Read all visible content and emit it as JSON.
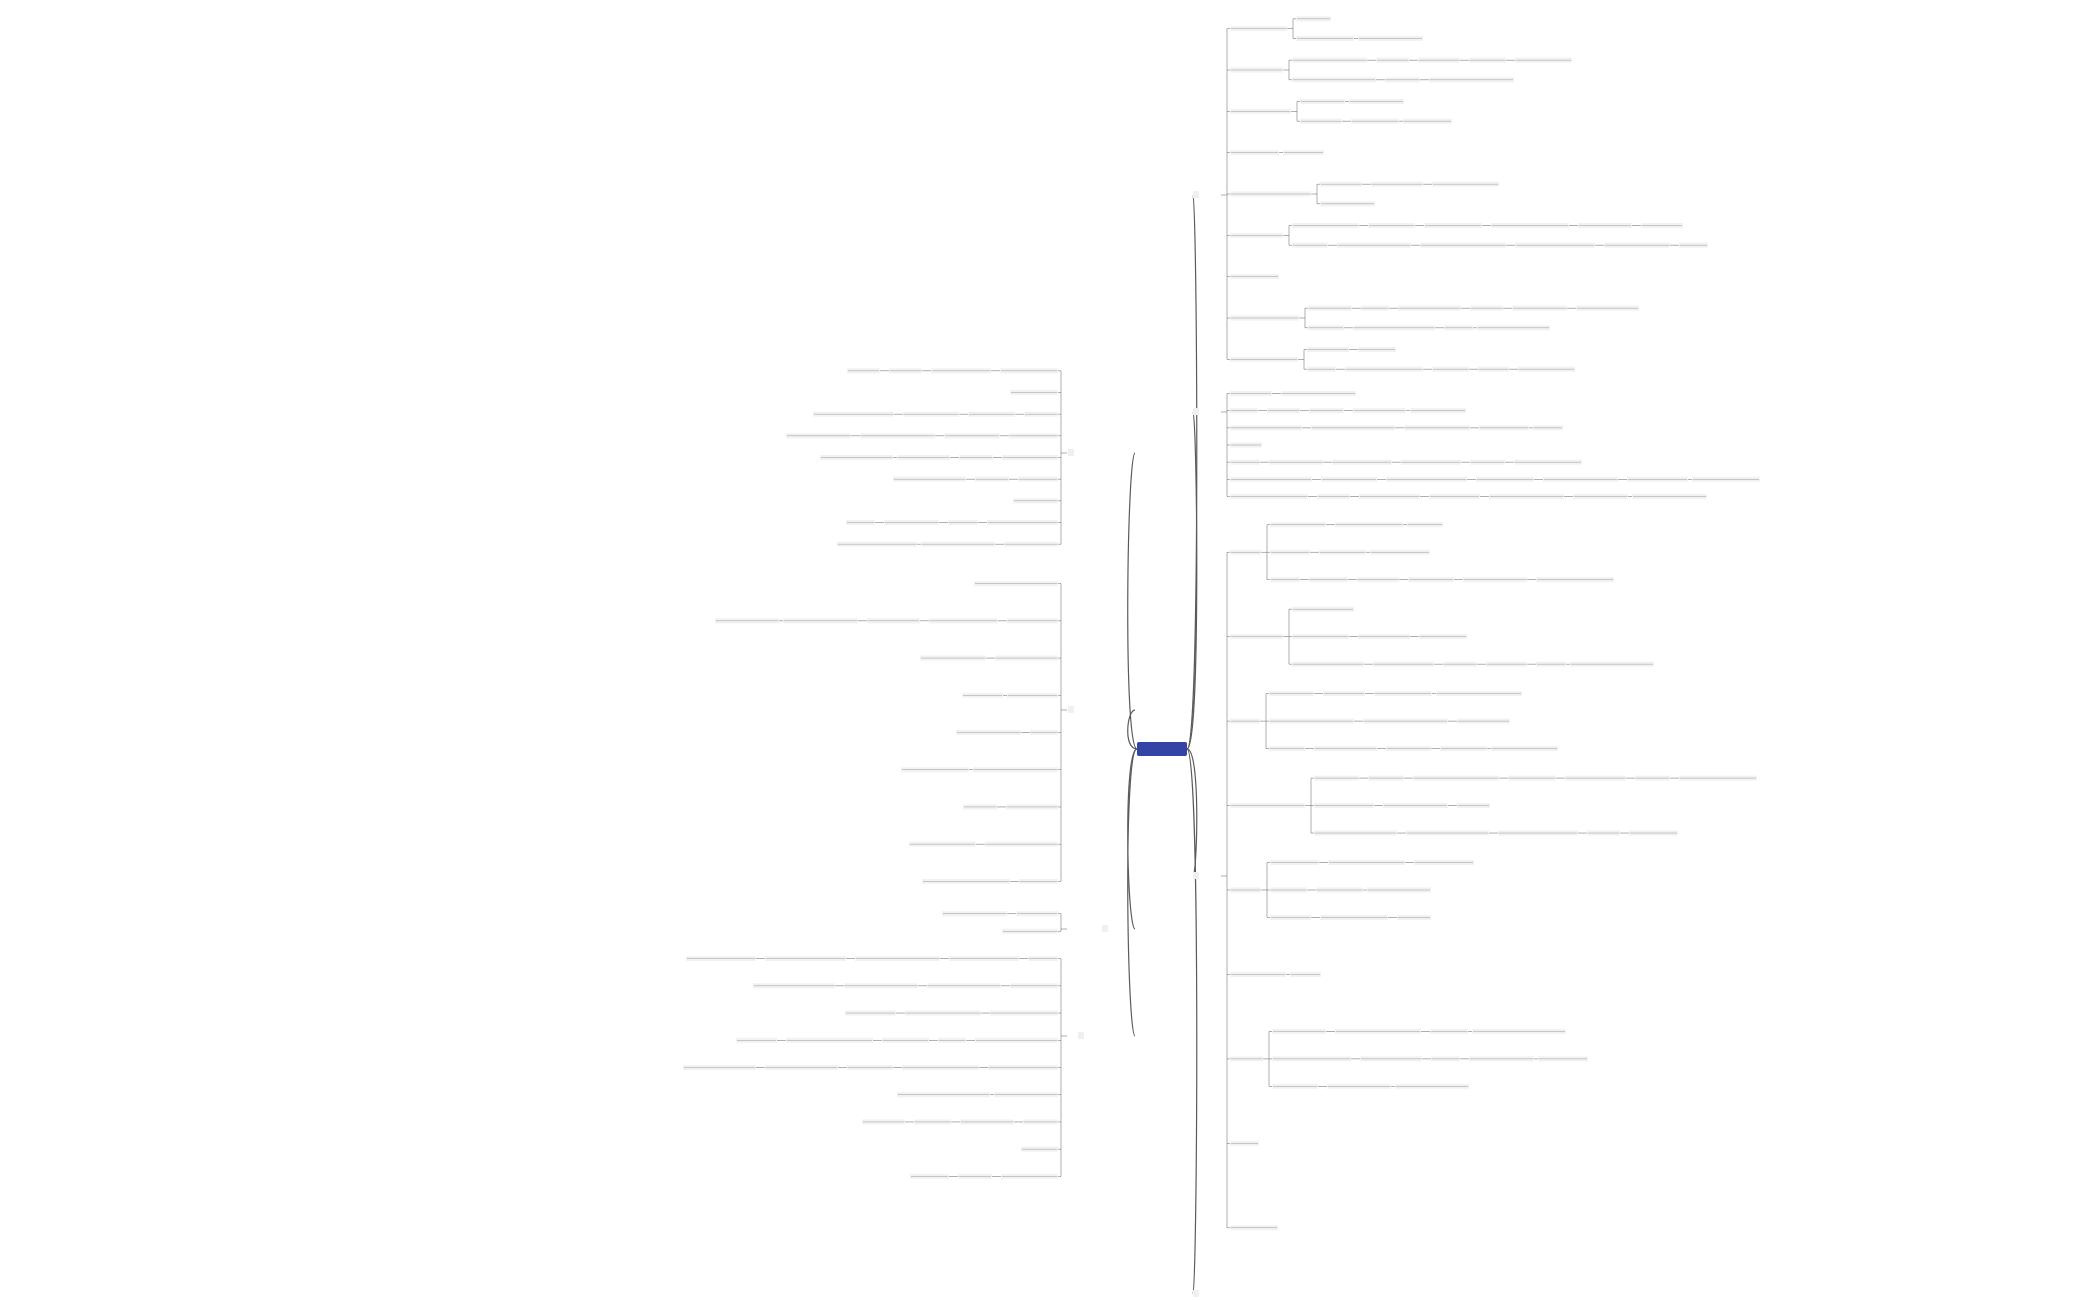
{
  "diagram": {
    "type": "mind-map",
    "root": {
      "label": "",
      "color": "#3343a6"
    },
    "line_color": "#5a5a5a",
    "node_fill": "#f2f2f2",
    "branches": [
      {
        "side": "right",
        "label": ""
      },
      {
        "side": "right",
        "label": ""
      },
      {
        "side": "right",
        "label": ""
      },
      {
        "side": "right",
        "label": ""
      },
      {
        "side": "left",
        "label": ""
      },
      {
        "side": "left",
        "label": ""
      },
      {
        "side": "left",
        "label": ""
      },
      {
        "side": "left",
        "label": ""
      }
    ]
  }
}
